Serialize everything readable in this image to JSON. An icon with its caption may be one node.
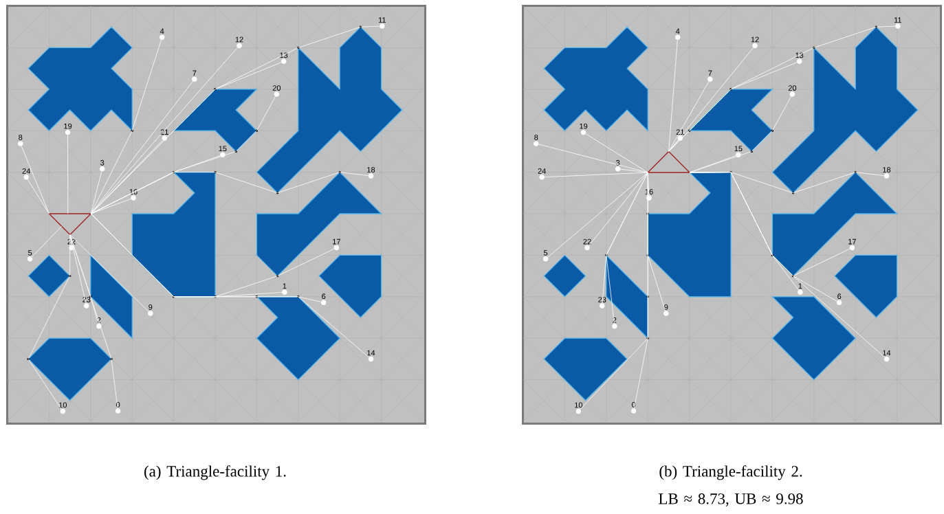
{
  "diagram": {
    "nodes": [
      {
        "text": [],
        "shape": "box"
      },
      {
        "text": [
          "0"
        ],
        "in": 0
      },
      {
        "text": [
          "1"
        ],
        "in": 0
      },
      {
        "text": [
          "2"
        ],
        "in": 0
      },
      {
        "text": [
          "3"
        ],
        "in": 0
      },
      {
        "text": [
          "4"
        ],
        "in": 0
      },
      {
        "text": [
          "5"
        ],
        "in": 0
      },
      {
        "text": [
          "6"
        ],
        "in": 0
      },
      {
        "text": [
          "7"
        ],
        "in": 0
      },
      {
        "text": [
          "8"
        ],
        "in": 0
      },
      {
        "text": [
          "9"
        ],
        "in": 0
      },
      {
        "text": [
          "10"
        ],
        "in": 0
      },
      {
        "text": [
          "11"
        ],
        "in": 0
      },
      {
        "text": [
          "12"
        ],
        "in": 0
      },
      {
        "text": [
          "13"
        ],
        "in": 0
      },
      {
        "text": [
          "14"
        ],
        "in": 0
      },
      {
        "text": [
          "15"
        ],
        "in": 0
      },
      {
        "text": [
          "16"
        ],
        "in": 0
      },
      {
        "text": [
          "17"
        ],
        "in": 0
      },
      {
        "text": [
          "18"
        ],
        "in": 0
      },
      {
        "text": [
          "19"
        ],
        "in": 0
      },
      {
        "text": [
          "20"
        ],
        "in": 0
      },
      {
        "text": [
          "21"
        ],
        "in": 0
      },
      {
        "text": [
          "22"
        ],
        "in": 0
      },
      {
        "text": [
          "23"
        ],
        "in": 0
      },
      {
        "text": [
          "24"
        ],
        "in": 0
      },
      {
        "text": [],
        "shape": "triangle",
        "in": 0
      },
      {
        "text": [],
        "shape": "box"
      },
      {
        "text": [
          "0"
        ],
        "in": 27
      },
      {
        "text": [
          "1"
        ],
        "in": 27
      },
      {
        "text": [
          "2"
        ],
        "in": 27
      },
      {
        "text": [
          "3"
        ],
        "in": 27
      },
      {
        "text": [
          "4"
        ],
        "in": 27
      },
      {
        "text": [
          "5"
        ],
        "in": 27
      },
      {
        "text": [
          "6"
        ],
        "in": 27
      },
      {
        "text": [
          "7"
        ],
        "in": 27
      },
      {
        "text": [
          "8"
        ],
        "in": 27
      },
      {
        "text": [
          "9"
        ],
        "in": 27
      },
      {
        "text": [
          "10"
        ],
        "in": 27
      },
      {
        "text": [
          "11"
        ],
        "in": 27
      },
      {
        "text": [
          "12"
        ],
        "in": 27
      },
      {
        "text": [
          "13"
        ],
        "in": 27
      },
      {
        "text": [
          "14"
        ],
        "in": 27
      },
      {
        "text": [
          "15"
        ],
        "in": 27
      },
      {
        "text": [
          "16"
        ],
        "in": 27
      },
      {
        "text": [
          "17"
        ],
        "in": 27
      },
      {
        "text": [
          "18"
        ],
        "in": 27
      },
      {
        "text": [
          "19"
        ],
        "in": 27
      },
      {
        "text": [
          "20"
        ],
        "in": 27
      },
      {
        "text": [
          "21"
        ],
        "in": 27
      },
      {
        "text": [
          "22"
        ],
        "in": 27
      },
      {
        "text": [
          "23"
        ],
        "in": 27
      },
      {
        "text": [
          "24"
        ],
        "in": 27
      },
      {
        "text": [],
        "shape": "triangle",
        "in": 27
      }
    ],
    "edges": [
      {
        "from": 1,
        "to": 26,
        "arrow": "none"
      },
      {
        "from": 2,
        "to": 26,
        "arrow": "none"
      },
      {
        "from": 3,
        "to": 26,
        "arrow": "none"
      },
      {
        "from": 4,
        "to": 26,
        "arrow": "none"
      },
      {
        "from": 5,
        "to": 26,
        "arrow": "none"
      },
      {
        "from": 6,
        "to": 26,
        "arrow": "none"
      },
      {
        "from": 7,
        "to": 26,
        "arrow": "none"
      },
      {
        "from": 8,
        "to": 26,
        "arrow": "none"
      },
      {
        "from": 9,
        "to": 26,
        "arrow": "none"
      },
      {
        "from": 10,
        "to": 26,
        "arrow": "none"
      },
      {
        "from": 11,
        "to": 26,
        "arrow": "none"
      },
      {
        "from": 12,
        "to": 26,
        "arrow": "none"
      },
      {
        "from": 13,
        "to": 26,
        "arrow": "none"
      },
      {
        "from": 14,
        "to": 26,
        "arrow": "none"
      },
      {
        "from": 15,
        "to": 26,
        "arrow": "none"
      },
      {
        "from": 16,
        "to": 26,
        "arrow": "none"
      },
      {
        "from": 17,
        "to": 26,
        "arrow": "none"
      },
      {
        "from": 18,
        "to": 26,
        "arrow": "none"
      },
      {
        "from": 19,
        "to": 26,
        "arrow": "none"
      },
      {
        "from": 20,
        "to": 26,
        "arrow": "none"
      },
      {
        "from": 21,
        "to": 26,
        "arrow": "none"
      },
      {
        "from": 22,
        "to": 26,
        "arrow": "none"
      },
      {
        "from": 23,
        "to": 26,
        "arrow": "none"
      },
      {
        "from": 24,
        "to": 26,
        "arrow": "none"
      },
      {
        "from": 25,
        "to": 26,
        "arrow": "none"
      },
      {
        "from": 28,
        "to": 53,
        "arrow": "none"
      },
      {
        "from": 29,
        "to": 53,
        "arrow": "none"
      },
      {
        "from": 30,
        "to": 53,
        "arrow": "none"
      },
      {
        "from": 31,
        "to": 53,
        "arrow": "none"
      },
      {
        "from": 32,
        "to": 53,
        "arrow": "none"
      },
      {
        "from": 33,
        "to": 53,
        "arrow": "none"
      },
      {
        "from": 34,
        "to": 53,
        "arrow": "none"
      },
      {
        "from": 35,
        "to": 53,
        "arrow": "none"
      },
      {
        "from": 36,
        "to": 53,
        "arrow": "none"
      },
      {
        "from": 37,
        "to": 53,
        "arrow": "none"
      },
      {
        "from": 38,
        "to": 53,
        "arrow": "none"
      },
      {
        "from": 39,
        "to": 53,
        "arrow": "none"
      },
      {
        "from": 40,
        "to": 53,
        "arrow": "none"
      },
      {
        "from": 41,
        "to": 53,
        "arrow": "none"
      },
      {
        "from": 42,
        "to": 53,
        "arrow": "none"
      },
      {
        "from": 43,
        "to": 53,
        "arrow": "none"
      },
      {
        "from": 44,
        "to": 53,
        "arrow": "none"
      },
      {
        "from": 45,
        "to": 53,
        "arrow": "none"
      },
      {
        "from": 46,
        "to": 53,
        "arrow": "none"
      },
      {
        "from": 47,
        "to": 53,
        "arrow": "none"
      },
      {
        "from": 48,
        "to": 53,
        "arrow": "none"
      },
      {
        "from": 49,
        "to": 53,
        "arrow": "none"
      },
      {
        "from": 50,
        "to": 53,
        "arrow": "none"
      },
      {
        "from": 51,
        "to": 53,
        "arrow": "none"
      },
      {
        "from": 52,
        "to": 53,
        "arrow": "none"
      }
    ],
    "labels": [
      "(a) Triangle-facility 1.",
      "(b) Triangle-facility 2. LB ≈ 8.73, UB ≈ 9.98"
    ]
  }
}
